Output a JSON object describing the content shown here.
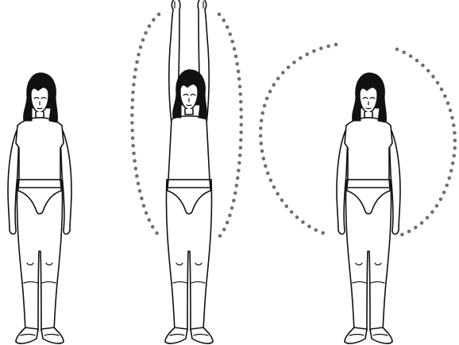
{
  "illustration": {
    "panels": [
      {
        "pose": "arms-at-sides",
        "guide": "none"
      },
      {
        "pose": "arms-raised-overhead",
        "guide": "dotted-oval"
      },
      {
        "pose": "arms-at-sides",
        "guide": "dotted-circle"
      }
    ],
    "colors": {
      "line": "#111111",
      "hair": "#111111",
      "background": "#ffffff",
      "dotted_guide": "#6f6f6f"
    }
  }
}
